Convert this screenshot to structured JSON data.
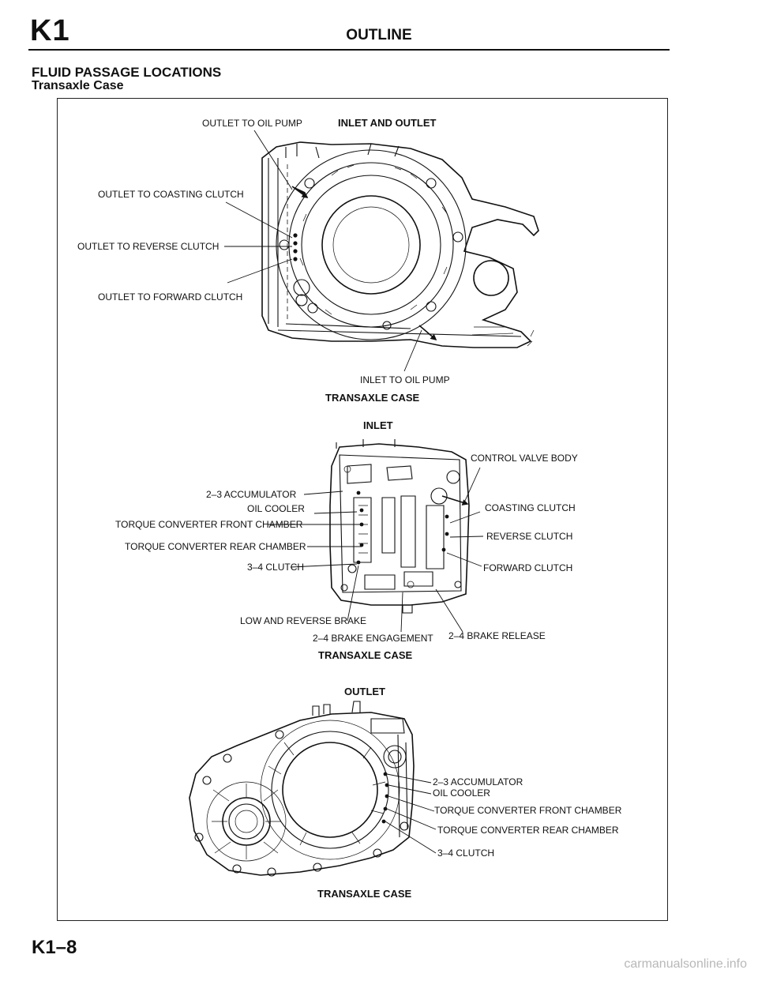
{
  "header": {
    "section_code": "K1",
    "title": "OUTLINE"
  },
  "section": {
    "title": "FLUID PASSAGE LOCATIONS",
    "subtitle": "Transaxle Case"
  },
  "figure1": {
    "heading": "INLET AND OUTLET",
    "caption": "TRANSAXLE CASE",
    "labels": {
      "outlet_oil_pump": "OUTLET TO OIL PUMP",
      "outlet_coasting": "OUTLET TO COASTING CLUTCH",
      "outlet_reverse": "OUTLET TO REVERSE CLUTCH",
      "outlet_forward": "OUTLET TO FORWARD CLUTCH",
      "inlet_oil_pump": "INLET TO OIL PUMP"
    }
  },
  "figure2": {
    "heading": "INLET",
    "caption": "TRANSAXLE CASE",
    "labels": {
      "control_valve_body": "CONTROL VALVE BODY",
      "accumulator_23": "2–3 ACCUMULATOR",
      "oil_cooler": "OIL COOLER",
      "tc_front": "TORQUE CONVERTER FRONT CHAMBER",
      "tc_rear": "TORQUE CONVERTER REAR CHAMBER",
      "clutch_34": "3–4 CLUTCH",
      "coasting": "COASTING CLUTCH",
      "reverse": "REVERSE CLUTCH",
      "forward": "FORWARD CLUTCH",
      "low_reverse_brake": "LOW AND REVERSE BRAKE",
      "brake_24_engagement": "2–4 BRAKE ENGAGEMENT",
      "brake_24_release": "2–4 BRAKE RELEASE"
    }
  },
  "figure3": {
    "heading": "OUTLET",
    "caption": "TRANSAXLE CASE",
    "labels": {
      "accumulator_23": "2–3 ACCUMULATOR",
      "oil_cooler": "OIL COOLER",
      "tc_front": "TORQUE CONVERTER FRONT CHAMBER",
      "tc_rear": "TORQUE CONVERTER REAR CHAMBER",
      "clutch_34": "3–4 CLUTCH"
    }
  },
  "footer": {
    "page_number": "K1–8",
    "watermark": "carmanualsonline.info"
  }
}
